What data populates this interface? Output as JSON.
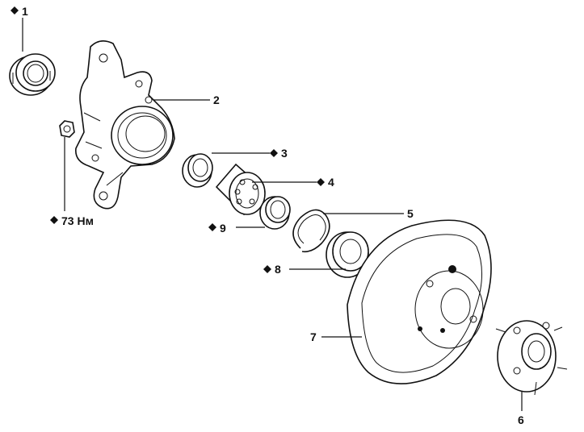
{
  "callouts": [
    {
      "id": "1",
      "text": "1",
      "marked": true
    },
    {
      "id": "2",
      "text": "2",
      "marked": false
    },
    {
      "id": "3",
      "text": "3",
      "marked": true
    },
    {
      "id": "4",
      "text": "4",
      "marked": true
    },
    {
      "id": "5",
      "text": "5",
      "marked": false
    },
    {
      "id": "6",
      "text": "6",
      "marked": false
    },
    {
      "id": "7",
      "text": "7",
      "marked": false
    },
    {
      "id": "8",
      "text": "8",
      "marked": true
    },
    {
      "id": "9",
      "text": "9",
      "marked": true
    },
    {
      "id": "torque",
      "text": "73 Нм",
      "marked": true
    }
  ],
  "colors": {
    "ink": "#111111",
    "paper": "#ffffff"
  }
}
